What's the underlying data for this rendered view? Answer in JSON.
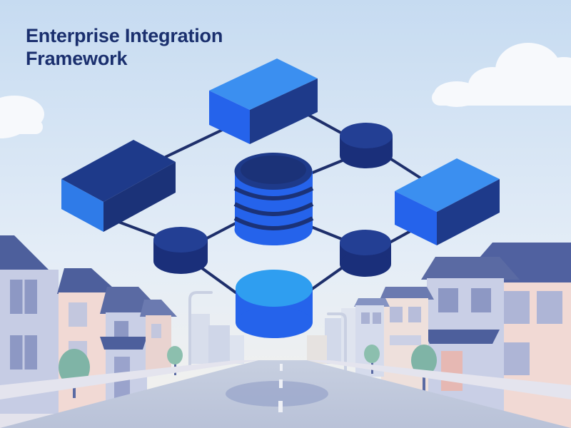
{
  "header": {
    "title_line1": "Enterprise Integration",
    "title_line2": "Framework"
  },
  "colors": {
    "sky_top": "#c8dcf2",
    "sky_bottom": "#eef4fa",
    "navy": "#1e3a8a",
    "royal_blue": "#2563eb",
    "bright_blue": "#3b82f6",
    "cyan_blue": "#38a8f0",
    "title_text": "#1a2f6e",
    "connector": "#1e2f6b"
  },
  "diagram": {
    "nodes": [
      {
        "id": "top-block",
        "shape": "block",
        "kind": "service"
      },
      {
        "id": "left-block",
        "shape": "block",
        "kind": "service"
      },
      {
        "id": "right-block",
        "shape": "block",
        "kind": "service"
      },
      {
        "id": "center-database",
        "shape": "database-stack",
        "kind": "data-store"
      },
      {
        "id": "upper-right-hub",
        "shape": "puck",
        "kind": "connector"
      },
      {
        "id": "lower-left-hub",
        "shape": "puck",
        "kind": "connector"
      },
      {
        "id": "lower-right-hub",
        "shape": "puck",
        "kind": "connector"
      },
      {
        "id": "bottom-cylinder",
        "shape": "cylinder",
        "kind": "data-store"
      }
    ],
    "edges": [
      [
        "left-block",
        "top-block"
      ],
      [
        "top-block",
        "upper-right-hub"
      ],
      [
        "upper-right-hub",
        "right-block"
      ],
      [
        "upper-right-hub",
        "center-database"
      ],
      [
        "left-block",
        "lower-left-hub"
      ],
      [
        "lower-left-hub",
        "center-database"
      ],
      [
        "lower-left-hub",
        "bottom-cylinder"
      ],
      [
        "bottom-cylinder",
        "lower-right-hub"
      ],
      [
        "lower-right-hub",
        "center-database"
      ],
      [
        "lower-right-hub",
        "right-block"
      ]
    ]
  }
}
